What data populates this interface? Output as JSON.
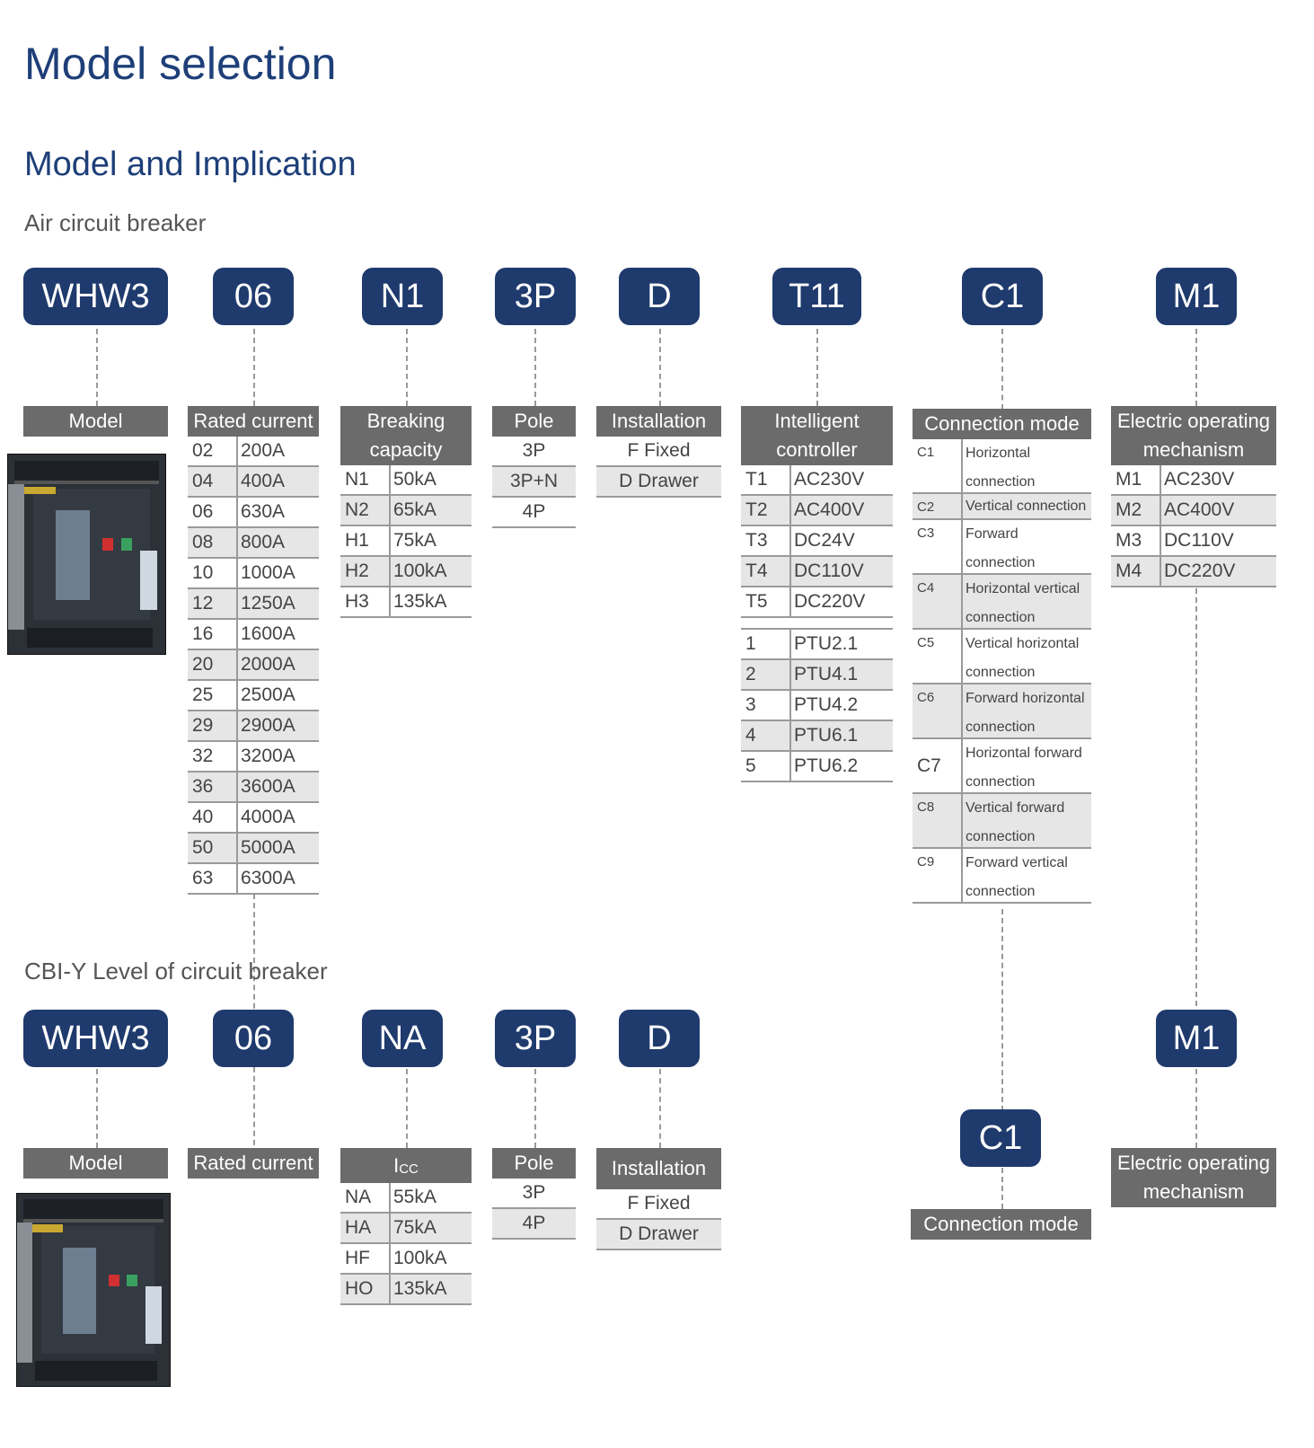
{
  "title": "Model selection",
  "subtitle": "Model and Implication",
  "section1": {
    "label": "Air circuit breaker",
    "codes": [
      "WHW3",
      "06",
      "N1",
      "3P",
      "D",
      "T11",
      "C1",
      "M1"
    ],
    "model_header": "Model",
    "rated": {
      "header": "Rated current",
      "rows": [
        [
          "02",
          "200A"
        ],
        [
          "04",
          "400A"
        ],
        [
          "06",
          "630A"
        ],
        [
          "08",
          "800A"
        ],
        [
          "10",
          "1000A"
        ],
        [
          "12",
          "1250A"
        ],
        [
          "16",
          "1600A"
        ],
        [
          "20",
          "2000A"
        ],
        [
          "25",
          "2500A"
        ],
        [
          "29",
          "2900A"
        ],
        [
          "32",
          "3200A"
        ],
        [
          "36",
          "3600A"
        ],
        [
          "40",
          "4000A"
        ],
        [
          "50",
          "5000A"
        ],
        [
          "63",
          "6300A"
        ]
      ]
    },
    "breaking": {
      "header_l1": "Breaking",
      "header_l2": "capacity",
      "rows": [
        [
          "N1",
          "50kA"
        ],
        [
          "N2",
          "65kA"
        ],
        [
          "H1",
          "75kA"
        ],
        [
          "H2",
          "100kA"
        ],
        [
          "H3",
          "135kA"
        ]
      ]
    },
    "pole": {
      "header": "Pole",
      "rows": [
        "3P",
        "3P+N",
        "4P"
      ]
    },
    "installation": {
      "header": "Installation",
      "rows": [
        "F Fixed",
        "D Drawer"
      ]
    },
    "controller": {
      "header_l1": "Intelligent",
      "header_l2": "controller",
      "rows_a": [
        [
          "T1",
          "AC230V"
        ],
        [
          "T2",
          "AC400V"
        ],
        [
          "T3",
          "DC24V"
        ],
        [
          "T4",
          "DC110V"
        ],
        [
          "T5",
          "DC220V"
        ]
      ],
      "rows_b": [
        [
          "1",
          "PTU2.1"
        ],
        [
          "2",
          "PTU4.1"
        ],
        [
          "3",
          "PTU4.2"
        ],
        [
          "4",
          "PTU6.1"
        ],
        [
          "5",
          "PTU6.2"
        ]
      ]
    },
    "connection": {
      "header": "Connection mode",
      "rows": [
        {
          "code": "C1",
          "l1": "Horizontal",
          "l2": "connection"
        },
        {
          "code": "C2",
          "l1": "Vertical connection",
          "l2": ""
        },
        {
          "code": "C3",
          "l1": "Forward",
          "l2": "connection"
        },
        {
          "code": "C4",
          "l1": "Horizontal vertical",
          "l2": "connection"
        },
        {
          "code": "C5",
          "l1": "Vertical horizontal",
          "l2": "connection"
        },
        {
          "code": "C6",
          "l1": "Forward horizontal",
          "l2": "connection"
        },
        {
          "code": "C7",
          "l1": "Horizontal forward",
          "l2": "connection"
        },
        {
          "code": "C8",
          "l1": "Vertical forward",
          "l2": "connection"
        },
        {
          "code": "C9",
          "l1": "Forward vertical",
          "l2": "connection"
        }
      ]
    },
    "electric": {
      "header_l1": "Electric operating",
      "header_l2": "mechanism",
      "rows": [
        [
          "M1",
          "AC230V"
        ],
        [
          "M2",
          "AC400V"
        ],
        [
          "M3",
          "DC110V"
        ],
        [
          "M4",
          "DC220V"
        ]
      ]
    }
  },
  "section2": {
    "label": "CBI-Y Level of circuit breaker",
    "codes": [
      "WHW3",
      "06",
      "NA",
      "3P",
      "D",
      "C1",
      "M1"
    ],
    "model_header": "Model",
    "rated_header": "Rated current",
    "icc": {
      "header": "I",
      "header_sub": "CC",
      "rows": [
        [
          "NA",
          "55kA"
        ],
        [
          "HA",
          "75kA"
        ],
        [
          "HF",
          "100kA"
        ],
        [
          "HO",
          "135kA"
        ]
      ]
    },
    "pole": {
      "header": "Pole",
      "rows": [
        "3P",
        "4P"
      ]
    },
    "installation": {
      "header": "Installation",
      "rows": [
        "F Fixed",
        "D Drawer"
      ]
    },
    "connection_header": "Connection mode",
    "electric_l1": "Electric operating",
    "electric_l2": "mechanism"
  }
}
